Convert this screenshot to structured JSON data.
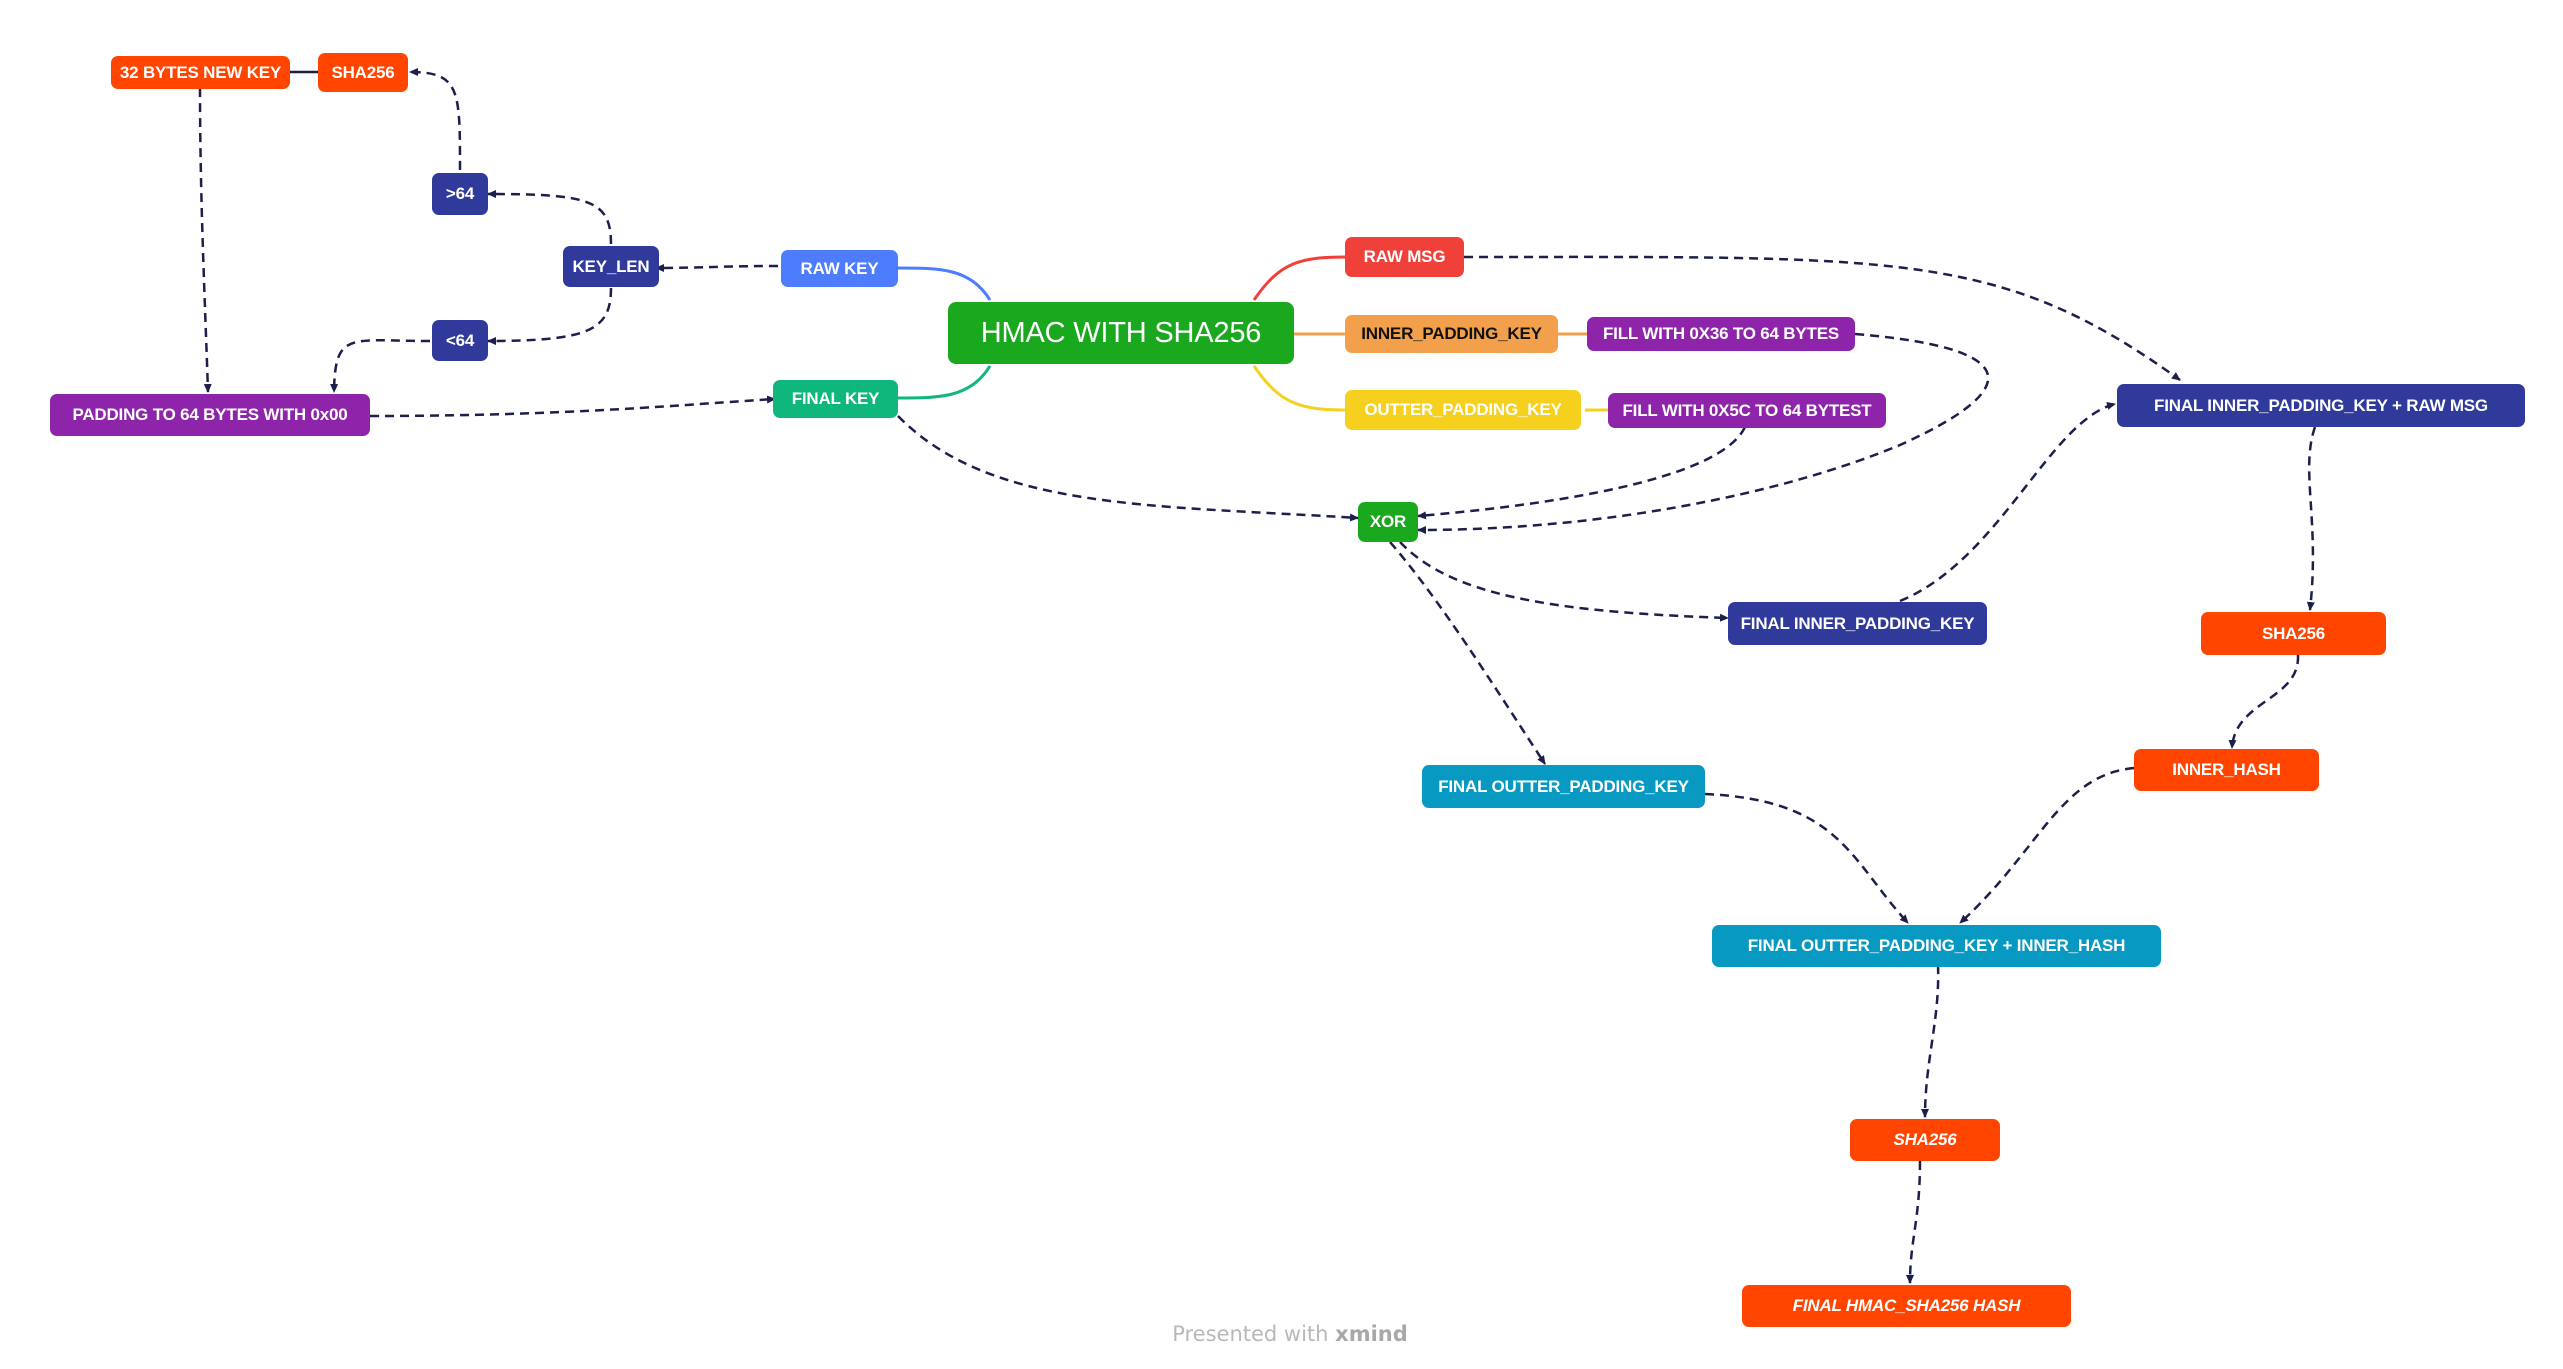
{
  "diagram": {
    "colors": {
      "root": "#1aa81f",
      "raw_key": "#4d7cff",
      "final_key": "#0fb77d",
      "navy": "#2f3a9b",
      "purple": "#8e24aa",
      "orange_red": "#ff4500",
      "red": "#f0403a",
      "orange": "#f2a04c",
      "yellow": "#f5d01e",
      "teal": "#0899c2",
      "arrow": "#1b1f4a"
    },
    "nodes": {
      "root": "HMAC WITH SHA256",
      "raw_key": "RAW KEY",
      "key_len": "KEY_LEN",
      "gt64": ">64",
      "lt64": "<64",
      "sha256_top": "SHA256",
      "new_key": "32 BYTES NEW KEY",
      "padding": "PADDING TO 64 BYTES WITH 0x00",
      "final_key": "FINAL KEY",
      "raw_msg": "RAW MSG",
      "inner_padding_key": "INNER_PADDING_KEY",
      "fill_0x36": "FILL WITH 0X36 TO 64 BYTES",
      "outter_padding_key": "OUTTER_PADDING_KEY",
      "fill_0x5c": "FILL WITH 0X5C TO 64 BYTEST",
      "xor": "XOR",
      "final_inner_padding_key": "FINAL  INNER_PADDING_KEY",
      "final_inner_plus_msg": "FINAL  INNER_PADDING_KEY + RAW MSG",
      "sha256_inner": "SHA256",
      "inner_hash": "INNER_HASH",
      "final_outter_padding_key": "FINAL  OUTTER_PADDING_KEY",
      "final_outter_plus_inner": "FINAL  OUTTER_PADDING_KEY + INNER_HASH",
      "sha256_final": "SHA256",
      "final_hash": "FINAL HMAC_SHA256  HASH"
    }
  },
  "footer": {
    "prefix": "Presented with",
    "brand": "xmind"
  }
}
